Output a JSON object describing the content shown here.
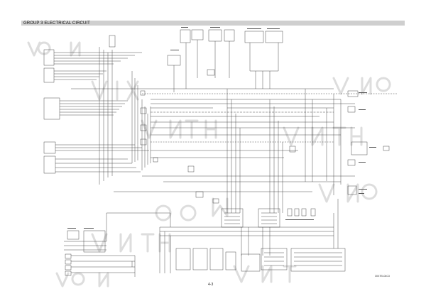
{
  "header": {
    "title": "GROUP 3 ELECTRICAL CIRCUIT"
  },
  "footer": {
    "page_number": "4-3",
    "drawing_code": "30X7EL04C3"
  },
  "colors": {
    "wire": "#3a3a3a",
    "header_bar": "#cfcfcf",
    "watermark": "#d2d2d2",
    "background": "#ffffff"
  }
}
